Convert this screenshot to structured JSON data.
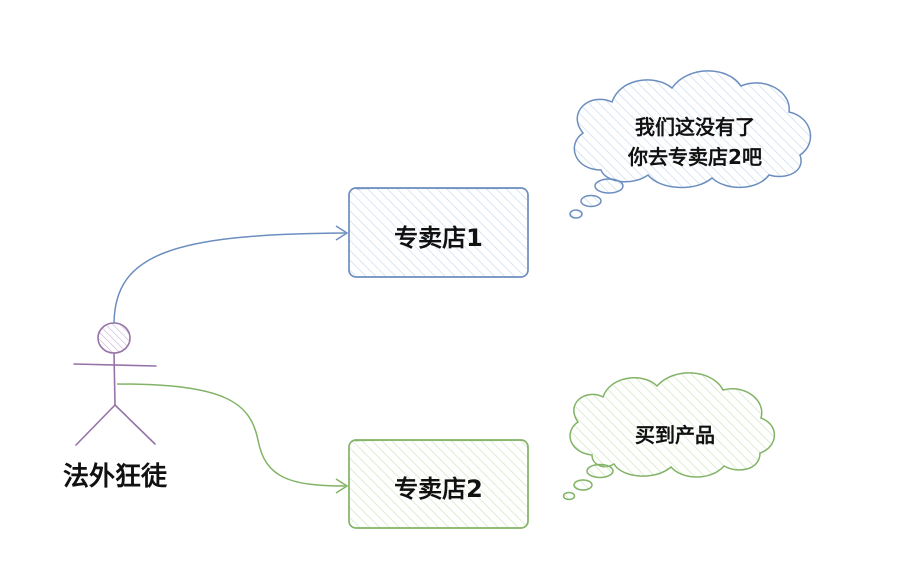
{
  "actor": {
    "label": "法外狂徒"
  },
  "stores": [
    {
      "label": "专卖店1",
      "stroke": "#6c8ebf"
    },
    {
      "label": "专卖店2",
      "stroke": "#82b366"
    }
  ],
  "thoughts": [
    {
      "lines": [
        "我们这没有了",
        "你去专卖店2吧"
      ],
      "stroke": "#6c8ebf"
    },
    {
      "lines": [
        "买到产品"
      ],
      "stroke": "#82b366"
    }
  ],
  "colors": {
    "actor": "#9673a6",
    "blue": "#6c8ebf",
    "green": "#82b366"
  }
}
